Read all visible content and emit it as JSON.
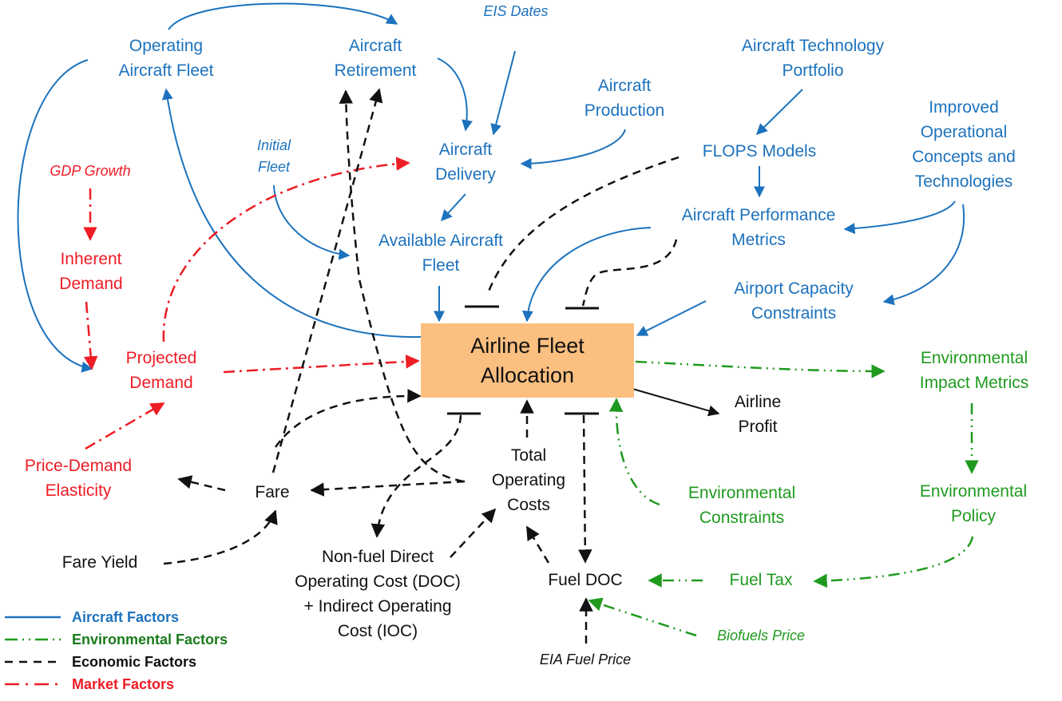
{
  "diagram": {
    "central_node": "Airline Fleet\nAllocation",
    "colors": {
      "aircraft": "#1c72bd",
      "environmental": "#1f9a1f",
      "economic": "#111111",
      "market": "#ee1c24",
      "central_fill": "#fbbf80"
    },
    "nodes": {
      "operating_fleet": "Operating\nAircraft Fleet",
      "retirement": "Aircraft\nRetirement",
      "eis_dates": "EIS Dates",
      "tech_portfolio": "Aircraft Technology\nPortfolio",
      "production": "Aircraft\nProduction",
      "improved_ops": "Improved\nOperational\nConcepts and\nTechnologies",
      "initial_fleet": "Initial\nFleet",
      "delivery": "Aircraft\nDelivery",
      "flops": "FLOPS Models",
      "gdp": "GDP Growth",
      "perf_metrics": "Aircraft Performance\nMetrics",
      "available_fleet": "Available Aircraft\nFleet",
      "inherent_demand": "Inherent\nDemand",
      "airport_capacity": "Airport Capacity\nConstraints",
      "projected_demand": "Projected\nDemand",
      "env_impact": "Environmental\nImpact Metrics",
      "airline_profit": "Airline\nProfit",
      "price_elasticity": "Price-Demand\nElasticity",
      "total_costs": "Total\nOperating\nCosts",
      "fare": "Fare",
      "env_constraints": "Environmental\nConstraints",
      "env_policy": "Environmental\nPolicy",
      "fare_yield": "Fare Yield",
      "nonfuel_doc": "Non-fuel Direct\nOperating Cost (DOC)\n+ Indirect Operating\nCost (IOC)",
      "fuel_doc": "Fuel DOC",
      "fuel_tax": "Fuel Tax",
      "biofuels": "Biofuels Price",
      "eia_fuel": "EIA Fuel Price"
    },
    "legend": [
      {
        "label": "Aircraft Factors",
        "style": "solid",
        "category": "aircraft"
      },
      {
        "label": "Environmental Factors",
        "style": "dash-dot-dot",
        "category": "environmental"
      },
      {
        "label": "Economic Factors",
        "style": "dashed",
        "category": "economic"
      },
      {
        "label": "Market Factors",
        "style": "dash-dot",
        "category": "market"
      }
    ]
  }
}
